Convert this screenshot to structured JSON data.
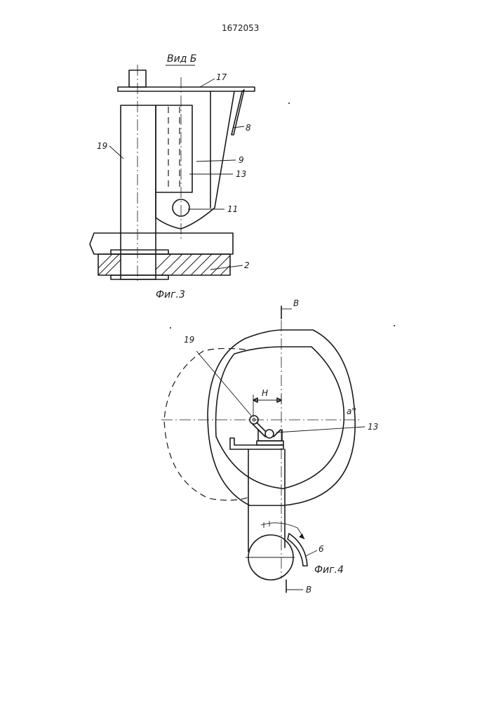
{
  "patent_number": "1672053",
  "figure3": {
    "view_title": "Вид Б",
    "caption": "Фиг.3",
    "labels": {
      "l17": "17",
      "l8": "8",
      "l19": "19",
      "l9": "9",
      "l13": "13",
      "l11": "11",
      "l2": "2"
    }
  },
  "figure4": {
    "caption": "Фиг.4",
    "section_top": "В",
    "section_bottom": "В",
    "labels": {
      "l19": "19",
      "lH": "H",
      "la": "a''",
      "l13": "13",
      "l6": "6"
    }
  }
}
